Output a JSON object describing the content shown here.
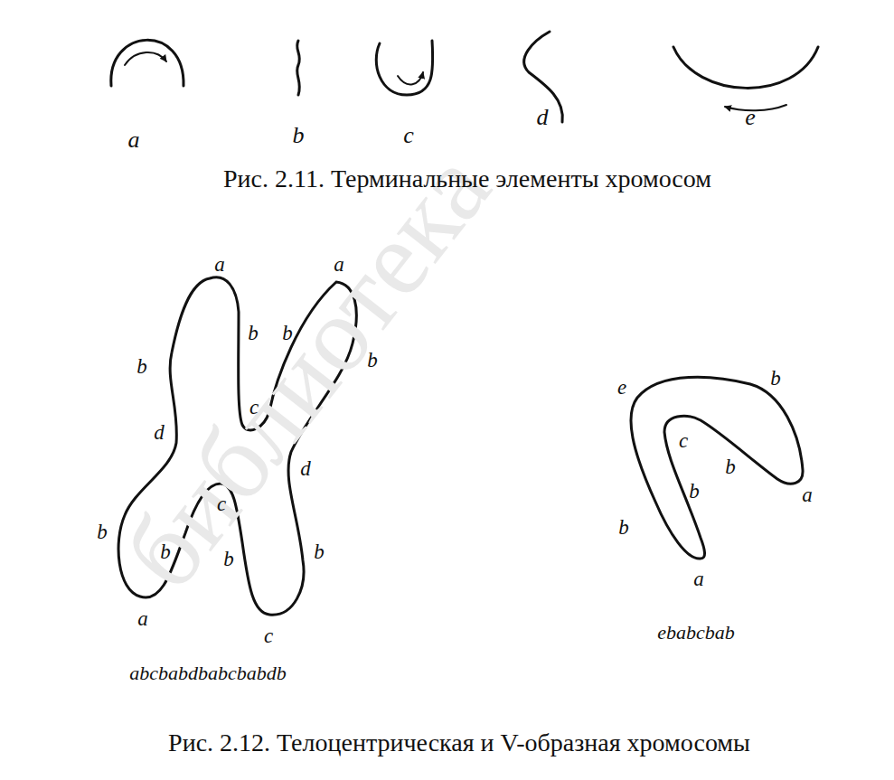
{
  "diagram": {
    "labels": [
      "a",
      "b",
      "c",
      "d",
      "e",
      "Рис. 2.11. Терминальные элементы хромосом",
      "a",
      "a",
      "b",
      "b",
      "b",
      "b",
      "c",
      "d",
      "d",
      "b",
      "c",
      "b",
      "b",
      "b",
      "a",
      "c",
      "abcbabdbabcbabdb",
      "e",
      "b",
      "c",
      "b",
      "a",
      "b",
      "b",
      "a",
      "ebabcbab",
      "Рис. 2.12. Телоцентрическая и V-образная хромосомы",
      "библиотека"
    ]
  }
}
